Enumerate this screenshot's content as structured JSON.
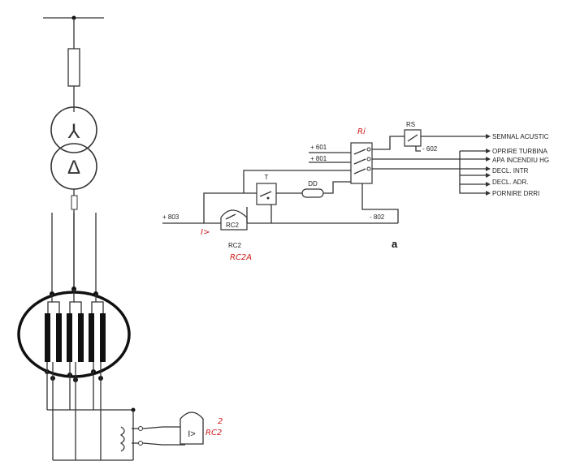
{
  "diagram": {
    "figure_label": "a",
    "outputs": [
      "SEMNAL ACUSTIC",
      "OPRIRE TURBINA",
      "APA INCENDIU HG",
      "DECL. INTR",
      "DECL. ADR.",
      "PORNIRE DRRI"
    ],
    "supply_labels": {
      "p601": "+ 601",
      "p801": "+ 801",
      "p803": "+ 803",
      "m602": "- 602",
      "m802": "- 802"
    },
    "component_labels": {
      "relay_ri": "Ri",
      "relay_rs": "RS",
      "relay_t": "T",
      "diode": "DD",
      "relay_i": "I>",
      "relay_code": "RC2",
      "relay_tag": "RC2A"
    },
    "symbols": {
      "star": "⅄",
      "delta": "Δ"
    },
    "ct_relay": {
      "label": "I>",
      "tag": "RC2"
    }
  }
}
